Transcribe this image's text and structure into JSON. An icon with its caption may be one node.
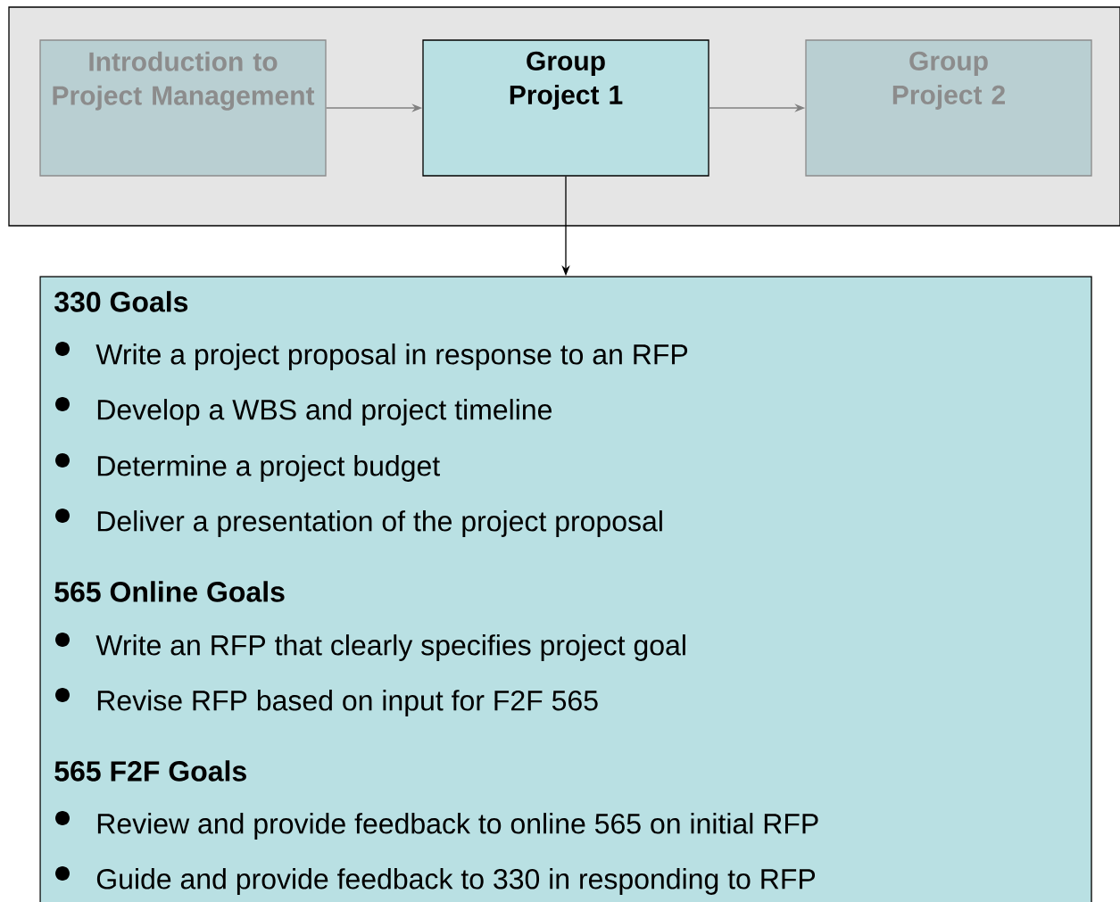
{
  "diagram": {
    "nodes": [
      {
        "text": [],
        "shape": "box"
      },
      {
        "text": [
          "Introduction to Project Management"
        ],
        "in": 0
      },
      {
        "text": [
          "Group Project 1"
        ],
        "in": 0
      },
      {
        "text": [
          "Group Project 2"
        ],
        "in": 0
      },
      {
        "text": [
          "330 Goals",
          "Write a project proposal in response to an RFP",
          "Develop a WBS and project timeline",
          "Determine a project budget",
          "Deliver a presentation of the project proposal",
          "565 Online Goals",
          "Write an RFP that clearly specifies project goal",
          "Revise RFP based on input for F2F 565",
          "565 F2F Goals",
          "Review and provide feedback to online 565 on initial RFP",
          "Guide and provide feedback to 330 in responding to RFP"
        ]
      }
    ],
    "edges": [
      {
        "from": 1,
        "to": 2,
        "arrow": "to"
      },
      {
        "from": 2,
        "to": 3,
        "arrow": "to"
      },
      {
        "from": 2,
        "to": 4,
        "arrow": "to",
        "color": "#000000"
      }
    ]
  }
}
